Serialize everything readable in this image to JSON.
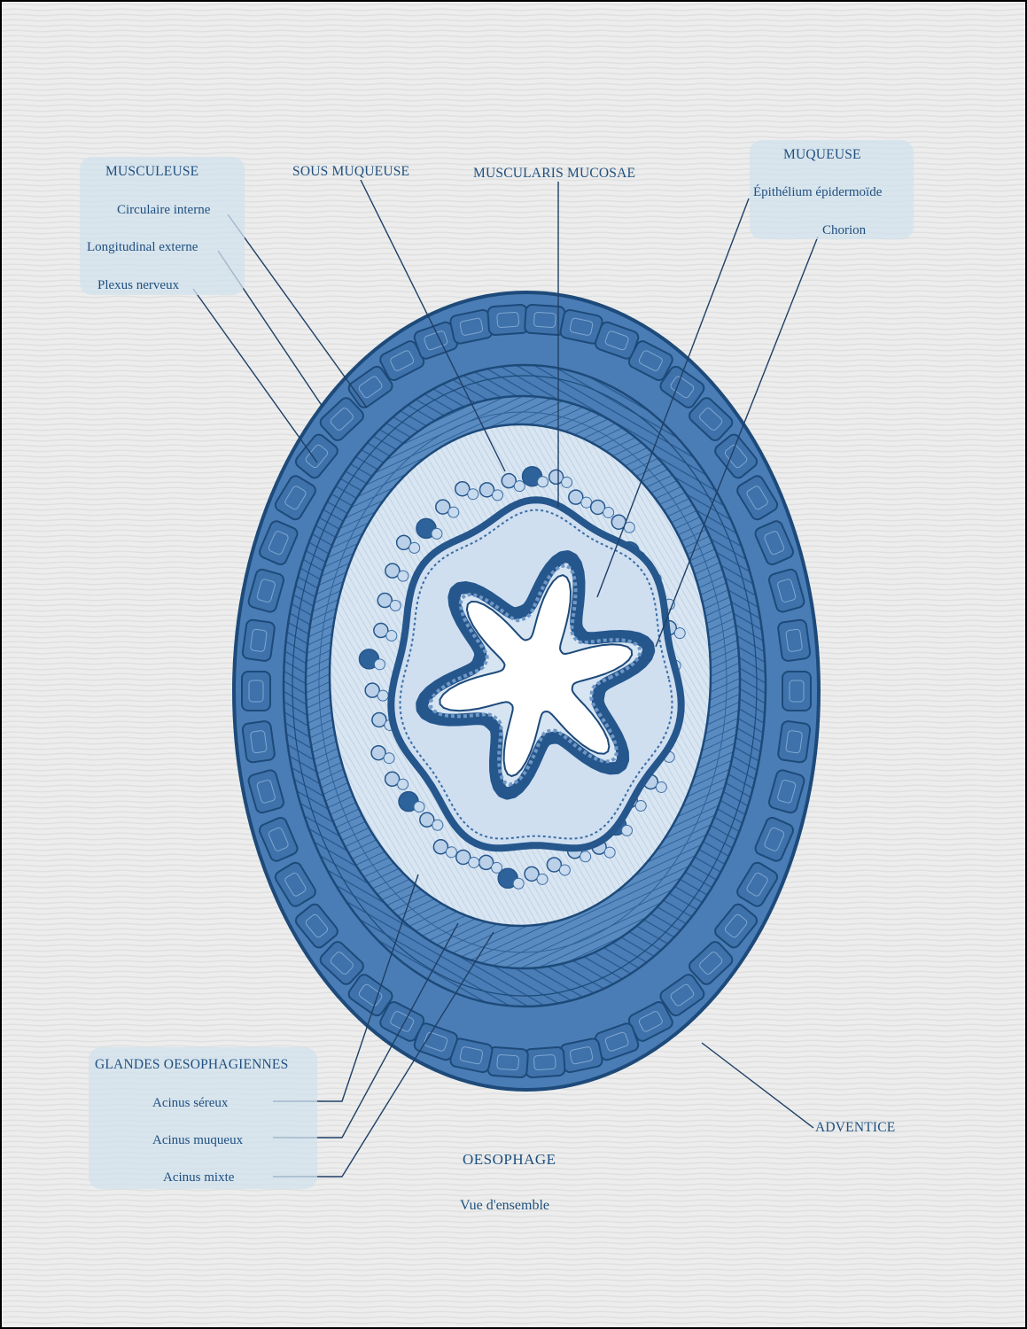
{
  "colors": {
    "ink": "#1f4f80",
    "tissue_dark": "#25568c",
    "tissue_mid": "#4a7db5",
    "tissue_light": "#a7c3de",
    "paper": "#ecedec",
    "label_box": "#d2e1ee"
  },
  "musculeuse": {
    "title": "MUSCULEUSE",
    "items": [
      "Circulaire interne",
      "Longitudinal externe",
      "Plexus nerveux"
    ]
  },
  "sous_muqueuse": "SOUS MUQUEUSE",
  "muscularis_mucosae": "MUSCULARIS MUCOSAE",
  "muqueuse": {
    "title": "MUQUEUSE",
    "items": [
      "Épithélium épidermoïde",
      "Chorion"
    ]
  },
  "glandes": {
    "title": "GLANDES OESOPHAGIENNES",
    "items": [
      "Acinus séreux",
      "Acinus muqueux",
      "Acinus mixte"
    ]
  },
  "adventice": "ADVENTICE",
  "plate_title": "OESOPHAGE",
  "plate_subtitle": "Vue d'ensemble"
}
